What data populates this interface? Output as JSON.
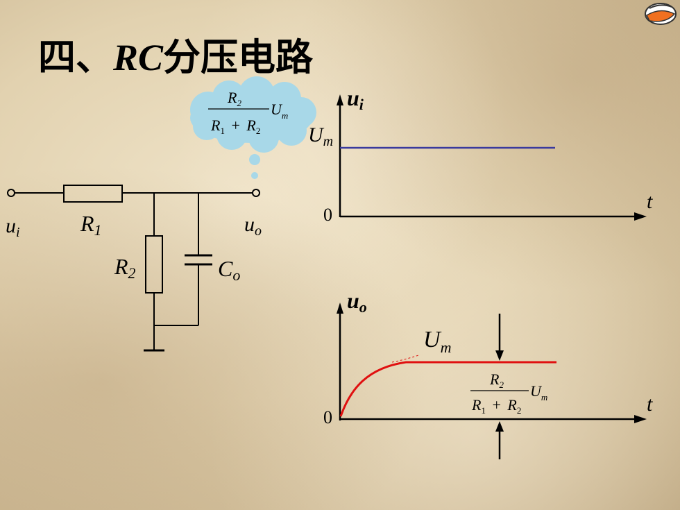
{
  "title": {
    "prefix": "四、",
    "italic": "RC",
    "suffix": "分压电路"
  },
  "circuit": {
    "input_label": "u",
    "input_sub": "i",
    "r1_label": "R",
    "r1_sub": "1",
    "r2_label": "R",
    "r2_sub": "2",
    "c_label": "C",
    "c_sub": "o",
    "output_label": "u",
    "output_sub": "o"
  },
  "bubble_formula": {
    "num": "R",
    "num_sub": "2",
    "den_a": "R",
    "den_a_sub": "1",
    "plus": "+",
    "den_b": "R",
    "den_b_sub": "2",
    "um": "U",
    "um_sub": "m"
  },
  "top_graph": {
    "y_label": "u",
    "y_sub": "i",
    "level_label": "U",
    "level_sub": "m",
    "zero": "0",
    "t_label": "t",
    "line_color": "#3a3a9e"
  },
  "bottom_graph": {
    "y_label": "u",
    "y_sub": "o",
    "peak_label": "U",
    "peak_sub": "m",
    "zero": "0",
    "t_label": "t",
    "curve_color": "#e01010",
    "formula": {
      "num": "R",
      "num_sub": "2",
      "den_a": "R",
      "den_a_sub": "1",
      "plus": "+",
      "den_b": "R",
      "den_b_sub": "2",
      "um": "U",
      "um_sub": "m"
    }
  }
}
